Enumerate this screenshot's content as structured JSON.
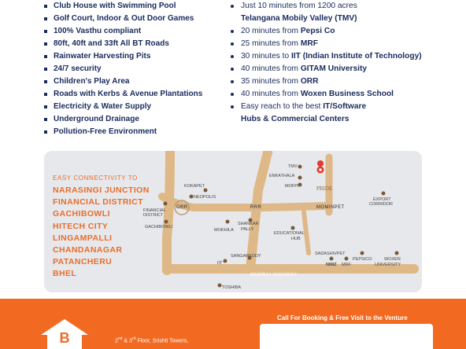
{
  "amenities": [
    "Club House with Swimming Pool",
    "Golf Court, Indoor & Out Door Games",
    "100% Vasthu compliant",
    "80ft, 40ft and 33ft All BT Roads",
    "Rainwater Harvesting Pits",
    "24/7 security",
    "Children's Play Area",
    "Roads with Kerbs & Avenue Plantations",
    "Electricity & Water Supply",
    "Underground Drainage",
    "Pollution-Free Environment"
  ],
  "location": {
    "item1": "Just 10 minutes from 1200 acres",
    "item1b": "Telangana Mobily Valley (TMV)",
    "item2_pre": "20 minutes from ",
    "item2_b": "Pepsi Co",
    "item3_pre": "25 minutes from ",
    "item3_b": "MRF",
    "item4_pre": "30 minutes to ",
    "item4_b": "IIT (Indian Institute of Technology)",
    "item5_pre": "40 minutes from ",
    "item5_b": "GITAM University",
    "item6_pre": "35 minutes from ",
    "item6_b": "ORR",
    "item7_pre": "40 minutes from ",
    "item7_b": "Woxen Business School",
    "item8_pre": "Easy reach to the best ",
    "item8_b": "IT/Software",
    "item8b": "Hubs & Commercial Centers"
  },
  "connectivity": {
    "header": "EASY CONNECTIVITY TO",
    "places": [
      "NARASINGI JUNCTION",
      "FINANCIAL DISTRICT",
      "GACHIBOWLI",
      "HITECH CITY",
      "LINGAMPALLI",
      "CHANDANAGAR",
      "PATANCHERU",
      "BHEL"
    ]
  },
  "map": {
    "roads": {
      "orr": "ORR",
      "rrr": "RRR",
      "mominpet": "MOMINPET",
      "highway": "MUMBAI HIGHWAY"
    },
    "labels": {
      "kokapet": "KOKAPET",
      "neopolis": "NEOPOLIS",
      "financial": "FINANCIAL",
      "district": "DISTRICT",
      "gachibowli": "GACHIBOWLI",
      "mokhila": "MOKHILA",
      "shankar": "SHANKAR",
      "pally": "PALLY",
      "educational": "EDUCATIONAL",
      "hub": "HUB",
      "sangareddy": "SANGAREDDY",
      "iit": "IIT",
      "toshiba": "TOSHIBA",
      "tmv": "TMV",
      "enkathala": "ENKATHALA",
      "mofpi": "MOFPI",
      "pride": "PRIDE",
      "export": "EXPORT",
      "corridor": "CORRIDOR",
      "sadashivpet": "SADASHIVPET",
      "nimz": "NIMZ",
      "mrf": "MRF",
      "pepsico": "PEPSICO",
      "woxen": "WOXEN",
      "university": "UNIVERSITY"
    }
  },
  "footer": {
    "cta": "Call For Booking & Free Visit to the Venture",
    "address_a": "2",
    "address_sup1": "nd",
    "address_b": " & 3",
    "address_sup2": "rd",
    "address_c": " Floor, Srishti Towers,"
  },
  "colors": {
    "navy": "#1a2b5e",
    "orange": "#f26a21",
    "road": "#deb887",
    "pin": "#7a5a3a",
    "map_bg": "#e7e8ec"
  }
}
